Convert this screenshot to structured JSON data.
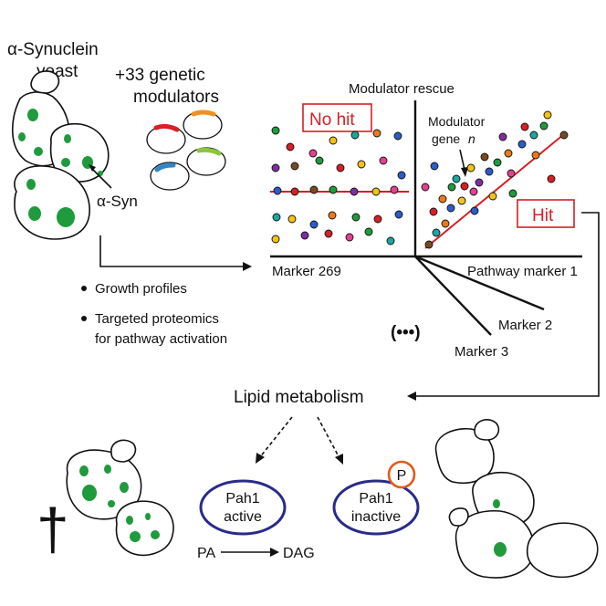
{
  "labels": {
    "yeast_line1": "α-Synuclein",
    "yeast_line2": "yeast",
    "modulators_line1": "+33 genetic",
    "modulators_line2": "modulators",
    "asyn": "α-Syn",
    "bullet1": "Growth profiles",
    "bullet2_line1": "Targeted proteomics",
    "bullet2_line2": "for pathway activation",
    "plot_title": "Modulator rescue",
    "no_hit": "No hit",
    "hit": "Hit",
    "modulator_line1": "Modulator",
    "modulator_line2": "gene",
    "modulator_n": "n",
    "axis_left": "Marker 269",
    "axis_right": "Pathway marker 1",
    "axis_marker2": "Marker 2",
    "axis_marker3": "Marker 3",
    "ellipsis": "(•••)",
    "lipid": "Lipid metabolism",
    "pah_active_line1": "Pah1",
    "pah_active_line2": "active",
    "pah_inactive_line1": "Pah1",
    "pah_inactive_line2": "inactive",
    "phospho": "P",
    "pa": "PA",
    "dag": "DAG",
    "cross": "†"
  },
  "colors": {
    "inclusion_green": "#1f9a3c",
    "hit_red": "#d61f26",
    "pah_blue": "#2a2a8a",
    "phospho_orange": "#e05a1c",
    "point_palette": [
      "#d61f26",
      "#1f9a3c",
      "#2b5cc8",
      "#f2c318",
      "#e87a1a",
      "#7d2fa0",
      "#e0428f",
      "#1aa7a0",
      "#7a4a1e"
    ]
  },
  "plasmid_colors": [
    "#d61f26",
    "#f29120",
    "#2f86c8",
    "#8cc63f"
  ]
}
